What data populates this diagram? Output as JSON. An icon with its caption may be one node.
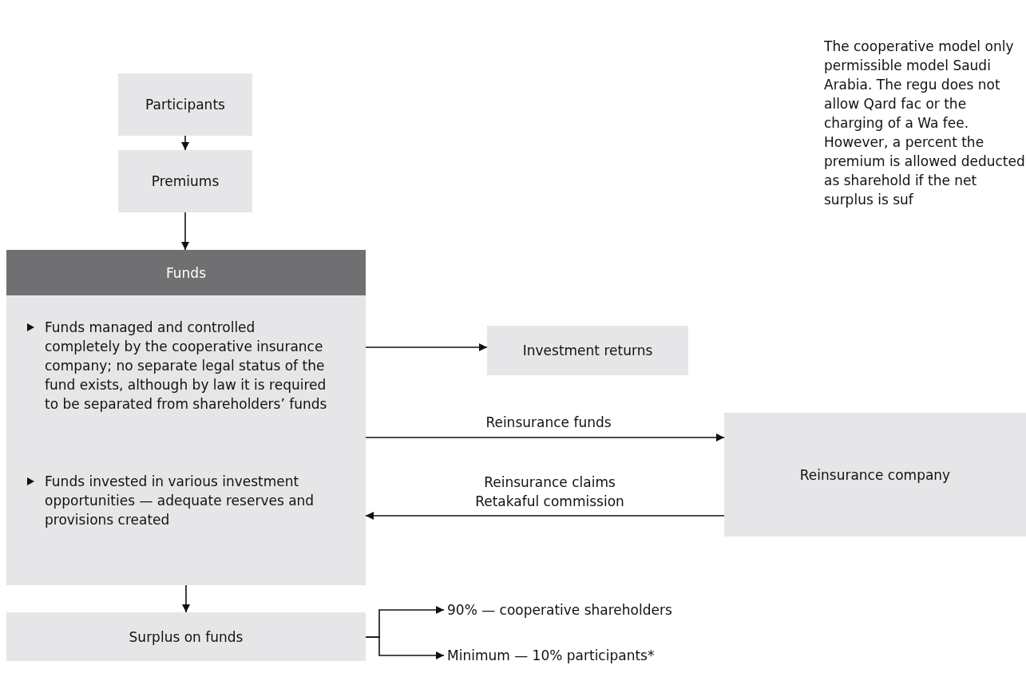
{
  "diagram": {
    "nodes": [
      {
        "text": [
          "Participants"
        ]
      },
      {
        "text": [
          "Premiums"
        ]
      },
      {
        "text": [
          "Funds",
          "Funds managed and controlled completely by the cooperative insurance company; no separate legal status of the fund exists, although by law it is required to be separated from shareholders’ funds",
          "Funds invested in various investment opportunities — adequate reserves and provisions created"
        ]
      },
      {
        "text": [
          "Investment returns"
        ]
      },
      {
        "text": [
          "Reinsurance company"
        ]
      },
      {
        "text": [
          "Surplus on funds"
        ]
      },
      {
        "text": [
          "90% — cooperative shareholders"
        ]
      },
      {
        "text": [
          "Minimum — 10% participants*"
        ]
      }
    ],
    "edges": [
      {
        "from": 0,
        "to": 1,
        "arrow": "to"
      },
      {
        "from": 1,
        "to": 2,
        "arrow": "to"
      },
      {
        "from": 2,
        "to": 3,
        "arrow": "to"
      },
      {
        "from": 2,
        "to": 4,
        "arrow": "to",
        "label": "Reinsurance funds"
      },
      {
        "from": 4,
        "to": 2,
        "arrow": "to",
        "label": "Reinsurance claims Retakaful commission"
      },
      {
        "from": 2,
        "to": 5,
        "arrow": "to"
      },
      {
        "from": 5,
        "to": 6,
        "arrow": "to"
      },
      {
        "from": 5,
        "to": 7,
        "arrow": "to"
      }
    ],
    "labels": [
      "The cooperative model only permissible model Saudi Arabia. The regu does not allow Qard fac or the charging of a Wa fee. However, a percent the premium is allowed deducted as sharehold if the net surplus is suf"
    ]
  }
}
